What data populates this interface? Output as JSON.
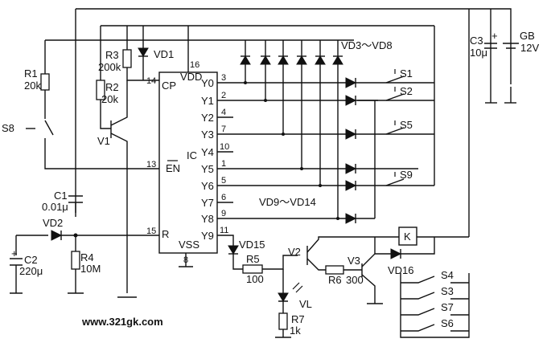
{
  "ic": {
    "name": "IC",
    "vdd": "VDD",
    "vss": "VSS",
    "cp": "CP",
    "en": "EN",
    "r": "R",
    "outputs": [
      "Y0",
      "Y1",
      "Y2",
      "Y3",
      "Y4",
      "Y5",
      "Y6",
      "Y7",
      "Y8",
      "Y9"
    ],
    "pin_numbers": {
      "vdd": "16",
      "cp": "14",
      "en": "13",
      "r": "15",
      "vss": "8",
      "y0": "3",
      "y1": "2",
      "y2": "4",
      "y3": "7",
      "y4": "10",
      "y5": "1",
      "y6": "5",
      "y7": "6",
      "y8": "9",
      "y9": "11"
    }
  },
  "components": {
    "r1": {
      "name": "R1",
      "value": "20k"
    },
    "r2": {
      "name": "R2",
      "value": "20k"
    },
    "r3": {
      "name": "R3",
      "value": "200k"
    },
    "r4": {
      "name": "R4",
      "value": "10M"
    },
    "r5": {
      "name": "R5",
      "value": "100"
    },
    "r6": {
      "name": "R6",
      "value": "300"
    },
    "r7": {
      "name": "R7",
      "value": "1k"
    },
    "c1": {
      "name": "C1",
      "value": "0.01μ"
    },
    "c2": {
      "name": "C2",
      "value": "220μ"
    },
    "c3": {
      "name": "C3",
      "value": "10μ"
    },
    "gb": {
      "name": "GB",
      "value": "12V"
    },
    "vd1": "VD1",
    "vd2": "VD2",
    "vd15": "VD15",
    "vd16": "VD16",
    "vd3_vd8": "VD3～VD8",
    "vd9_vd14": "VD9～VD14",
    "v1": "V1",
    "v2": "V2",
    "v3": "V3",
    "vl": "VL",
    "k": "K",
    "switches": [
      "S1",
      "S2",
      "S5",
      "S9",
      "S4",
      "S3",
      "S7",
      "S6",
      "S8"
    ],
    "plus": "+"
  },
  "watermark": "www.321gk.com"
}
